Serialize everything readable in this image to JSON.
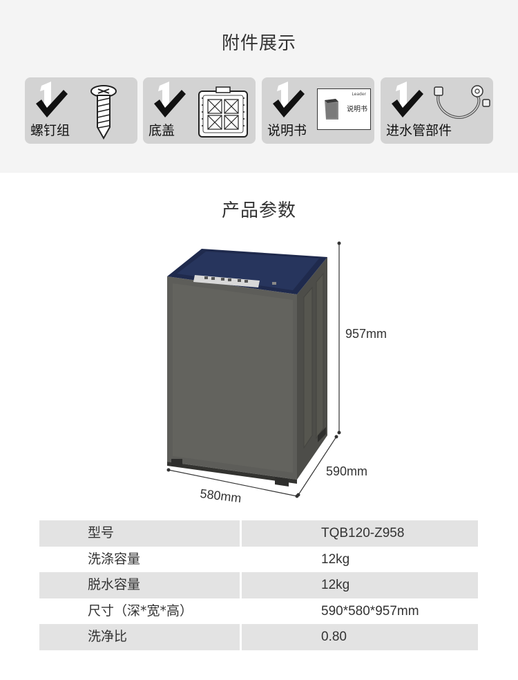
{
  "accessories": {
    "title": "附件展示",
    "items": [
      {
        "count": "1",
        "label": "螺钉组",
        "icon": "screw-icon"
      },
      {
        "count": "1",
        "label": "底盖",
        "icon": "bottom-cover-icon"
      },
      {
        "count": "1",
        "label": "说明书",
        "icon": "manual-icon",
        "manual_text": "说明书",
        "brand": "Leader"
      },
      {
        "count": "1",
        "label": "进水管部件",
        "icon": "inlet-hose-icon"
      }
    ]
  },
  "product": {
    "title": "产品参数",
    "dimensions": {
      "height": "957mm",
      "depth": "590mm",
      "width": "580mm"
    }
  },
  "specs": {
    "rows": [
      {
        "key": "型号",
        "value": "TQB120-Z958"
      },
      {
        "key": "洗涤容量",
        "value": "12kg"
      },
      {
        "key": "脱水容量",
        "value": "12kg"
      },
      {
        "key": "尺寸（深*宽*高）",
        "value": "590*580*957mm"
      },
      {
        "key": "洗净比",
        "value": "0.80"
      }
    ]
  },
  "colors": {
    "card_bg": "#d3d3d3",
    "section_bg": "#f4f4f4",
    "row_shade": "#e3e3e3",
    "body_gray": "#5c5c58",
    "lid_navy": "#1f2a4d"
  }
}
